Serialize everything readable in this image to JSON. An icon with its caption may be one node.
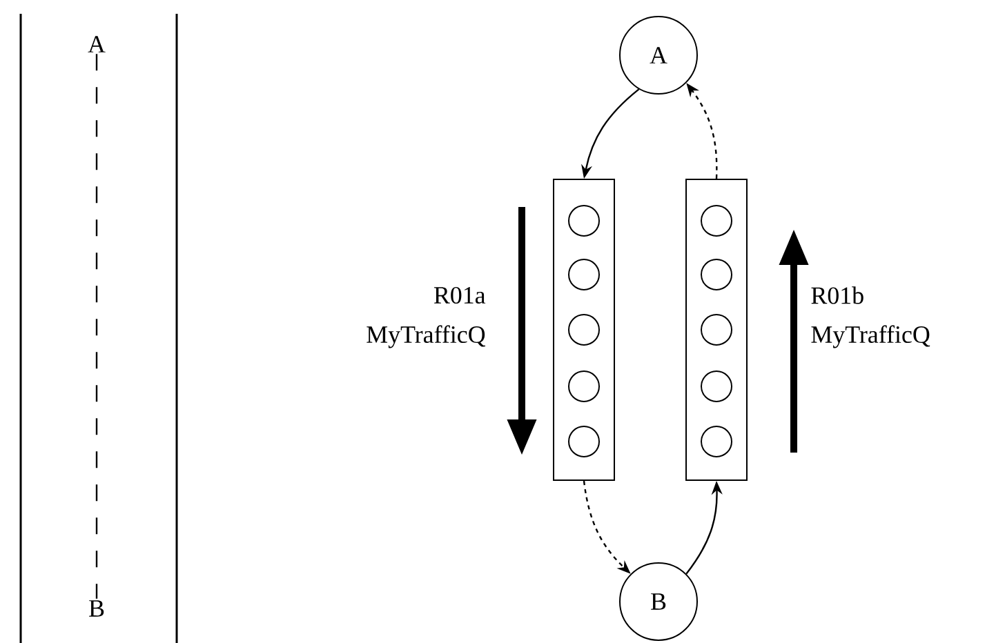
{
  "diagram": {
    "nodes": [
      {
        "text": [
          "A"
        ]
      },
      {
        "text": [
          "B"
        ]
      },
      {
        "text": [
          "A"
        ]
      },
      {
        "text": [],
        "shape": "box"
      },
      {
        "text": [],
        "shape": "circle",
        "in": 3
      },
      {
        "text": [],
        "shape": "circle",
        "in": 3
      },
      {
        "text": [],
        "shape": "circle",
        "in": 3
      },
      {
        "text": [],
        "shape": "circle",
        "in": 3
      },
      {
        "text": [],
        "shape": "circle",
        "in": 3
      },
      {
        "text": [],
        "shape": "box"
      },
      {
        "text": [],
        "shape": "circle",
        "in": 9
      },
      {
        "text": [],
        "shape": "circle",
        "in": 9
      },
      {
        "text": [],
        "shape": "circle",
        "in": 9
      },
      {
        "text": [],
        "shape": "circle",
        "in": 9
      },
      {
        "text": [],
        "shape": "circle",
        "in": 9
      },
      {
        "text": [
          "B"
        ]
      }
    ],
    "edges": [
      {
        "from": 0,
        "to": 1,
        "arrow": "none",
        "style": "dashed"
      },
      {
        "from": 2,
        "to": 3,
        "arrow": "to"
      },
      {
        "from": 9,
        "to": 2,
        "arrow": "to",
        "style": "dashed"
      },
      {
        "from": 3,
        "to": 15,
        "arrow": "to",
        "style": "dashed"
      },
      {
        "from": 15,
        "to": 9,
        "arrow": "to"
      }
    ],
    "labels": [
      "R01a",
      "MyTrafficQ",
      "R01b",
      "MyTrafficQ"
    ]
  }
}
